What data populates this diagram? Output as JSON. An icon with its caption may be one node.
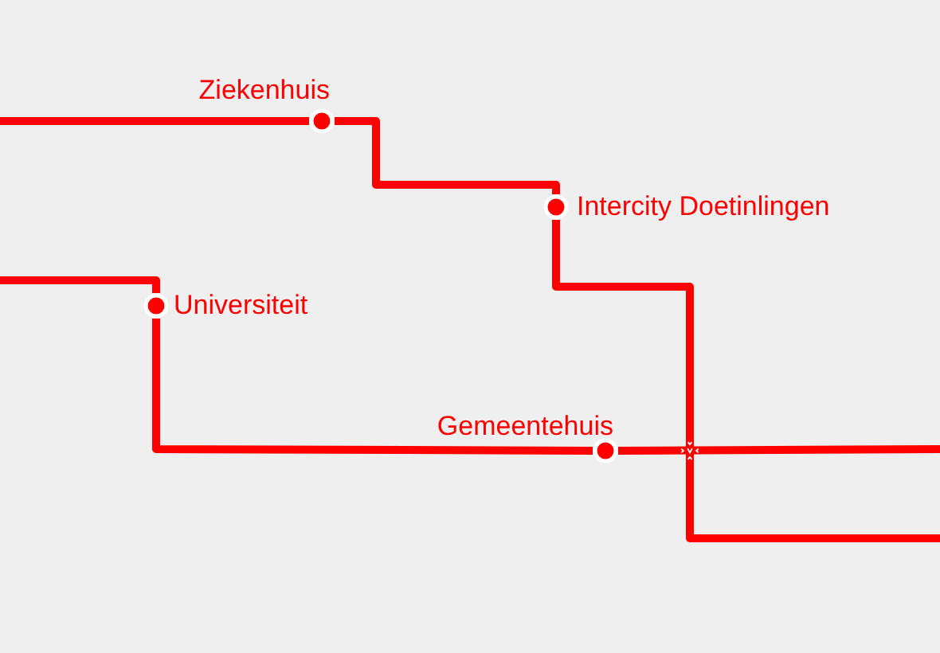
{
  "diagram": {
    "nodes": [
      {
        "text": [],
        "shape": "circle",
        "beside": [
          "Ziekenhuis"
        ]
      },
      {
        "text": [],
        "shape": "circle",
        "beside": [
          "Intercity Doetinlingen"
        ]
      },
      {
        "text": [],
        "shape": "circle",
        "beside": [
          "Universiteit"
        ]
      },
      {
        "text": [],
        "shape": "circle",
        "beside": [
          "Gemeentehuis"
        ]
      }
    ],
    "edges": [
      {
        "from": null,
        "to": 0,
        "arrow": "none"
      },
      {
        "from": 0,
        "to": 1,
        "arrow": "none"
      },
      {
        "from": 1,
        "to": null,
        "arrow": "none"
      },
      {
        "from": null,
        "to": 2,
        "arrow": "none"
      },
      {
        "from": 2,
        "to": 3,
        "arrow": "none"
      },
      {
        "from": 3,
        "to": null,
        "arrow": "none"
      }
    ]
  }
}
